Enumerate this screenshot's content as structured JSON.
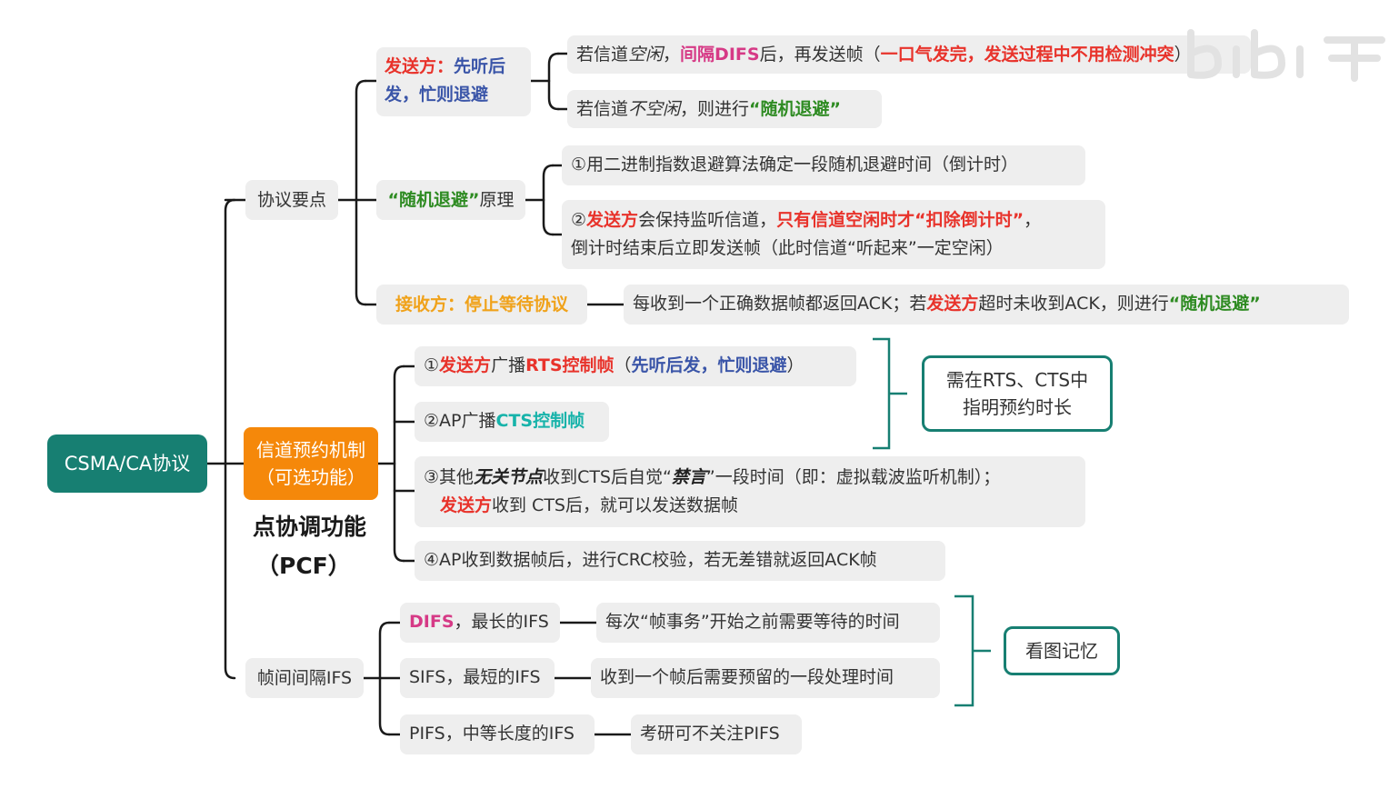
{
  "root": {
    "label": "CSMA/CA协议"
  },
  "protocol": {
    "label": "协议要点",
    "sender": {
      "line1": {
        "red": "发送方：",
        "blue": "先听后"
      },
      "line2": {
        "blue": "发，忙则退避"
      },
      "idle": {
        "a": "若信道",
        "b": "空闲",
        "c": "，",
        "d": "间隔DIFS",
        "e": "后，再发送帧（",
        "f": "一口气发完，发送过程中不用检测冲突",
        "g": "）"
      },
      "busy": {
        "a": "若信道",
        "b": "不空闲",
        "c": "，则进行",
        "d": "“随机退避”"
      }
    },
    "backoff": {
      "label_a": "“随机退避”",
      "label_b": "原理",
      "item1": "①用二进制指数退避算法确定一段随机退避时间（倒计时）",
      "item2": {
        "a": "②",
        "b": "发送方",
        "c": "会保持监听信道，",
        "d": "只有信道空闲时才“扣除倒计时”",
        "e": "，",
        "line2": "倒计时结束后立即发送帧（此时信道“听起来”一定空闲）"
      }
    },
    "receiver": {
      "label": "接收方：停止等待协议",
      "detail": {
        "a": "每收到一个正确数据帧都返回ACK；若",
        "b": "发送方",
        "c": "超时未收到ACK，则进行",
        "d": "“随机退避”"
      }
    }
  },
  "reservation": {
    "label_line1": "信道预约机制",
    "label_line2": "（可选功能）",
    "pcf_line1": "点协调功能",
    "pcf_line2": "（PCF）",
    "step1": {
      "a": "①",
      "b": "发送方",
      "c": "广播",
      "d": "RTS控制帧",
      "e": "（",
      "f": "先听后发，忙则退避",
      "g": "）"
    },
    "step2": {
      "a": "②AP广播",
      "b": "CTS控制帧"
    },
    "step3": {
      "a": "③其他",
      "b": "无关节点",
      "c": "收到CTS后自觉“",
      "d": "禁言",
      "e": "”一段时间（即：虚拟载波监听机制）；",
      "line2_a": "发送方",
      "line2_b": "收到 CTS后，就可以发送数据帧"
    },
    "step4": "④AP收到数据帧后，进行CRC校验，若无差错就返回ACK帧",
    "note_line1": "需在RTS、CTS中",
    "note_line2": "指明预约时长"
  },
  "ifs": {
    "label": "帧间间隔IFS",
    "difs": {
      "a": "DIFS",
      "b": "，最长的IFS",
      "desc": "每次“帧事务”开始之前需要等待的时间"
    },
    "sifs": {
      "label": "SIFS，最短的IFS",
      "desc": "收到一个帧后需要预留的一段处理时间"
    },
    "pifs": {
      "label": "PIFS，中等长度的IFS",
      "desc": "考研可不关注PIFS"
    },
    "memo": "看图记忆"
  },
  "colors": {
    "root": "#177f72",
    "orange": "#f5880a",
    "red": "#e8332b",
    "blue": "#3a55a8",
    "green": "#2e8b22",
    "pink": "#d63a86",
    "cyan": "#17b3aa",
    "box": "#eeeeee"
  }
}
